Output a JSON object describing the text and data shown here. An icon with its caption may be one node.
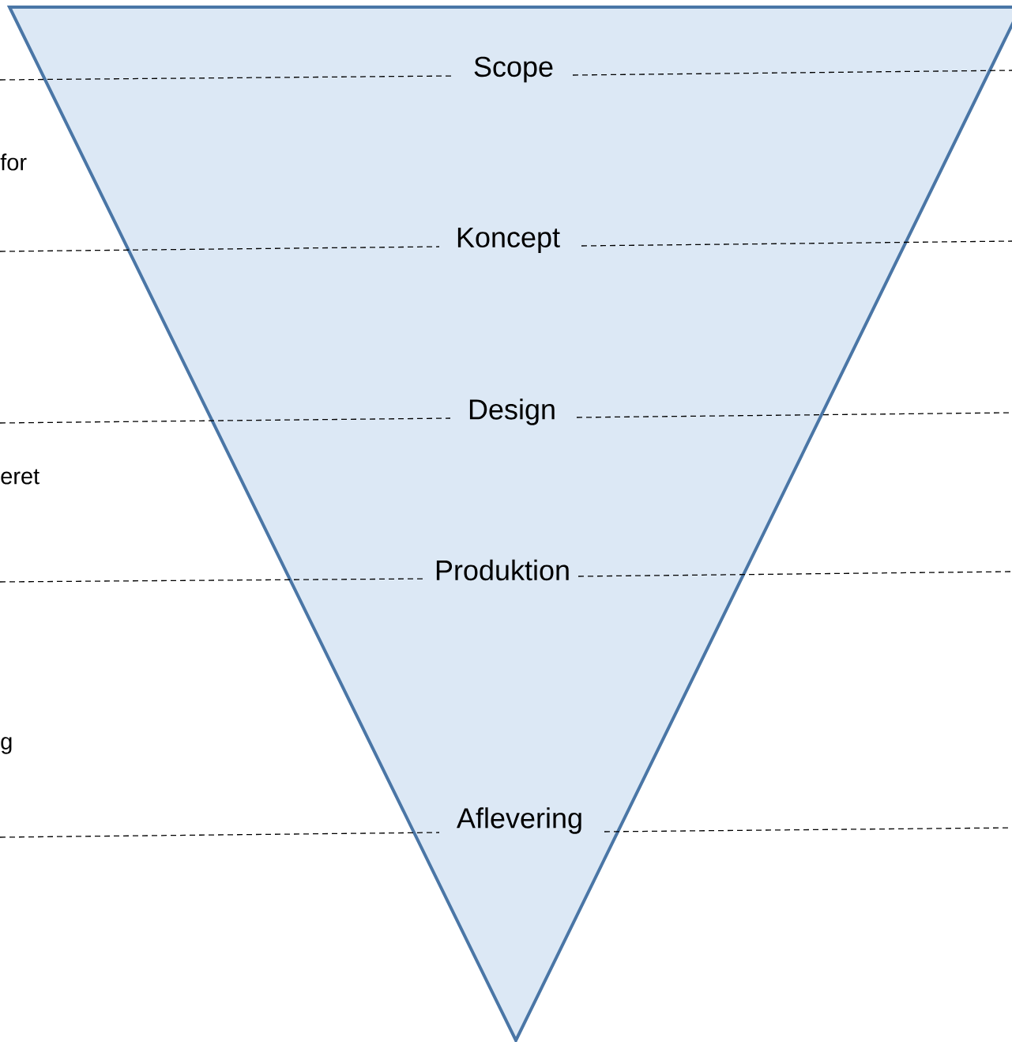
{
  "diagram": {
    "nodes": [
      {
        "text": [
          "Scope",
          "Koncept",
          "Design",
          "Produktion",
          "Aflevering"
        ]
      }
    ],
    "labels": [
      "for",
      "eret",
      "g"
    ]
  }
}
